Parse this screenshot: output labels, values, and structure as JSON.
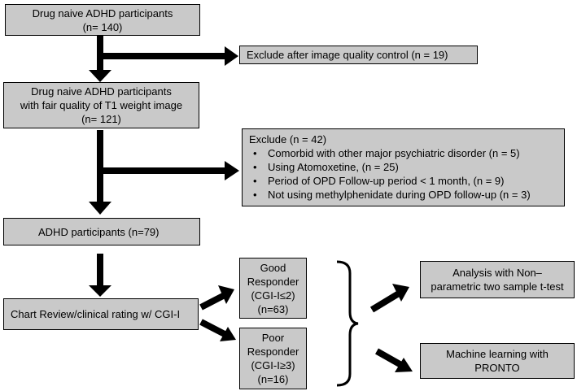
{
  "boxes": {
    "initial": [
      "Drug naive ADHD participants",
      "(n= 140)"
    ],
    "exclude_quality": "Exclude after image quality control (n = 19)",
    "fair_quality": [
      "Drug naive ADHD participants",
      "with fair quality of T1 weight image",
      "(n= 121)"
    ],
    "exclude_criteria": {
      "title": "Exclude (n = 42)",
      "bullet": "•",
      "items": [
        "Comorbid with other major psychiatric disorder (n = 5)",
        "Using Atomoxetine, (n = 25)",
        "Period of OPD Follow-up period < 1 month, (n = 9)",
        "Not using methylphenidate during OPD follow-up (n = 3)"
      ]
    },
    "adhd": "ADHD participants (n=79)",
    "chart_review": "Chart Review/clinical rating w/ CGI-I",
    "good_responder": [
      "Good",
      "Responder",
      "(CGI-I≤2)",
      "(n=63)"
    ],
    "poor_responder": [
      "Poor",
      "Responder",
      "(CGI-I≥3)",
      "(n=16)"
    ],
    "analysis": [
      "Analysis with Non–",
      "parametric two sample t-test"
    ],
    "machine_learning": [
      "Machine learning with",
      "PRONTO"
    ]
  },
  "colors": {
    "box_fill": "#c9c9c9",
    "border": "#000000",
    "arrow": "#000000"
  }
}
